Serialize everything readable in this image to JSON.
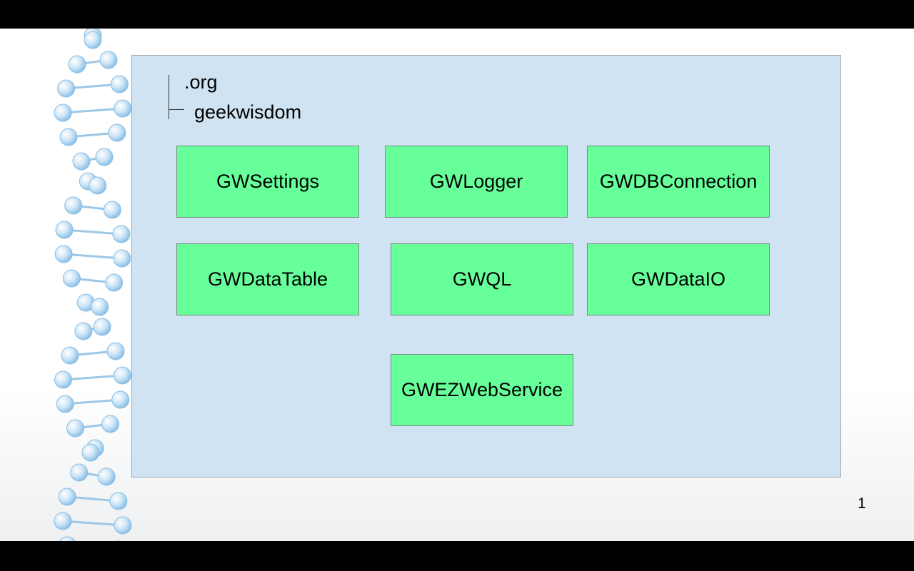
{
  "slide": {
    "package_tree": {
      "root": ".org",
      "child": "geekwisdom"
    },
    "modules": [
      "GWSettings",
      "GWLogger",
      "GWDBConnection",
      "GWDataTable",
      "GWQL",
      "GWDataIO",
      "GWEZWebService"
    ],
    "page_number": "1"
  },
  "colors": {
    "panel_background": "#cfe3f2",
    "module_fill": "#66ff99",
    "helix_node": "#a9d2f0"
  }
}
